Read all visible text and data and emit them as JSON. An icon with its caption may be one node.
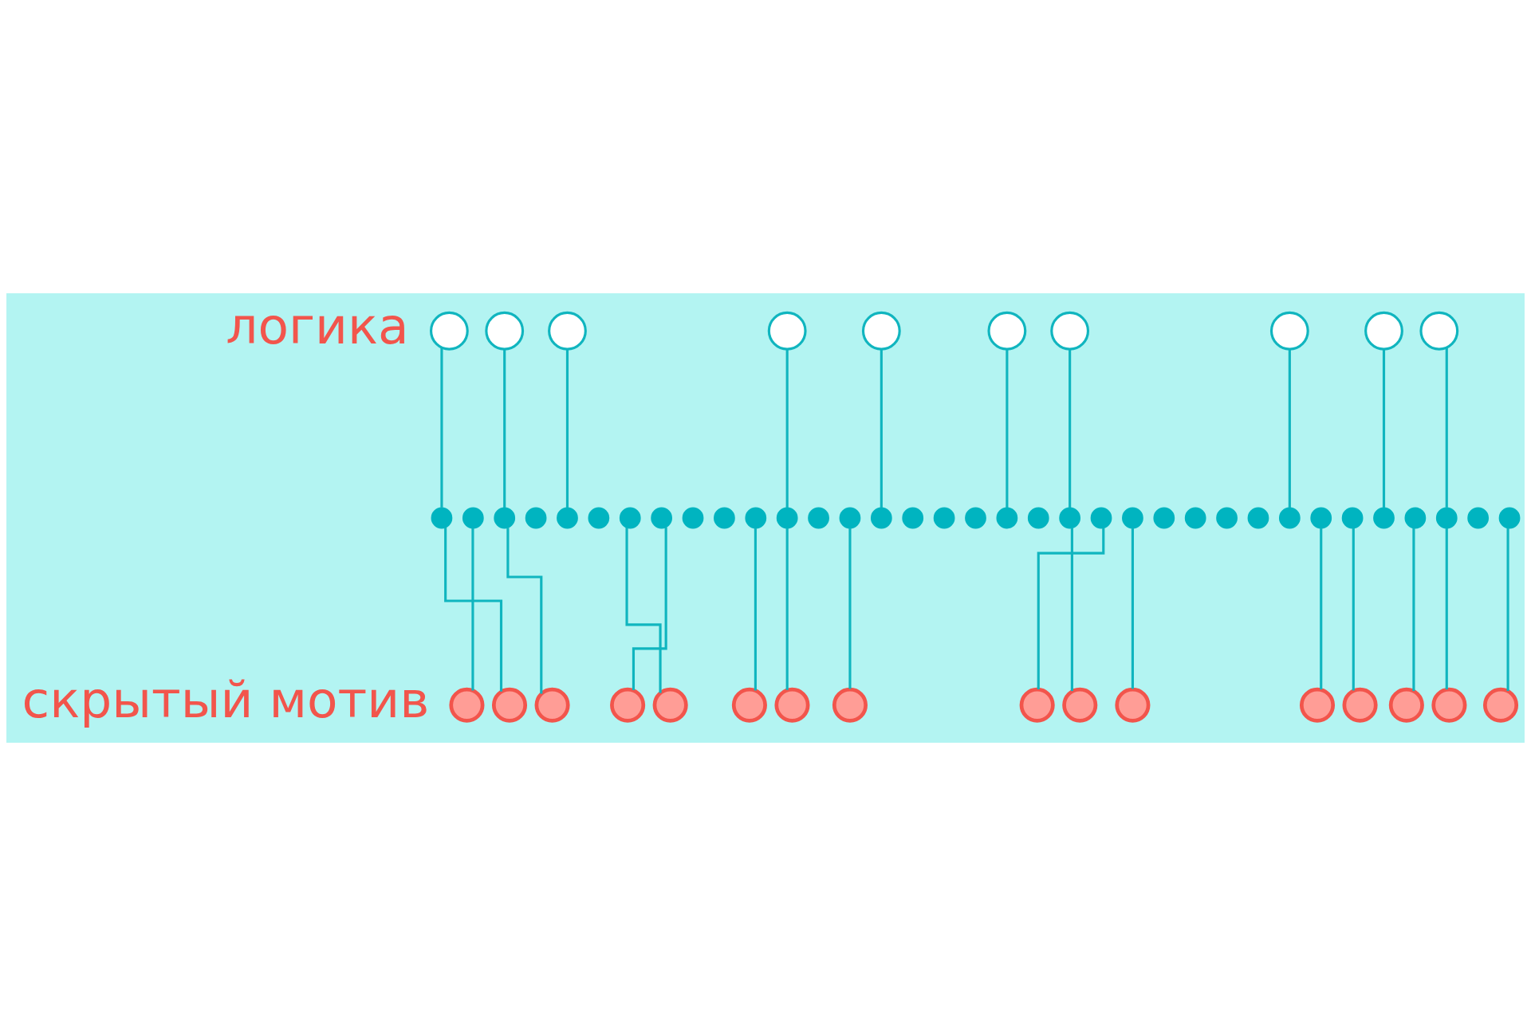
{
  "diagram": {
    "nodes": [
      {
        "text": [],
        "shape": "circle"
      },
      {
        "text": [],
        "shape": "circle"
      },
      {
        "text": [],
        "shape": "circle"
      },
      {
        "text": [],
        "shape": "circle"
      },
      {
        "text": [],
        "shape": "circle"
      },
      {
        "text": [],
        "shape": "circle"
      },
      {
        "text": [],
        "shape": "circle"
      },
      {
        "text": [],
        "shape": "circle"
      },
      {
        "text": [],
        "shape": "circle"
      },
      {
        "text": [],
        "shape": "circle"
      },
      {
        "text": [],
        "shape": "circle"
      },
      {
        "text": [],
        "shape": "circle"
      },
      {
        "text": [],
        "shape": "circle"
      },
      {
        "text": [],
        "shape": "circle"
      },
      {
        "text": [],
        "shape": "circle"
      },
      {
        "text": [],
        "shape": "circle"
      },
      {
        "text": [],
        "shape": "circle"
      },
      {
        "text": [],
        "shape": "circle"
      },
      {
        "text": [],
        "shape": "circle"
      },
      {
        "text": [],
        "shape": "circle"
      },
      {
        "text": [],
        "shape": "circle"
      },
      {
        "text": [],
        "shape": "circle"
      },
      {
        "text": [],
        "shape": "circle"
      },
      {
        "text": [],
        "shape": "circle"
      },
      {
        "text": [],
        "shape": "circle"
      },
      {
        "text": [],
        "shape": "circle"
      },
      {
        "text": [],
        "shape": "circle"
      },
      {
        "text": [],
        "shape": "circle"
      },
      {
        "text": [],
        "shape": "circle"
      },
      {
        "text": [],
        "shape": "circle"
      },
      {
        "text": [],
        "shape": "circle"
      },
      {
        "text": [],
        "shape": "circle"
      },
      {
        "text": [],
        "shape": "circle"
      },
      {
        "text": [],
        "shape": "circle"
      },
      {
        "text": [],
        "shape": "circle"
      },
      {
        "text": [],
        "shape": "circle"
      },
      {
        "text": [],
        "shape": "circle"
      },
      {
        "text": [],
        "shape": "circle"
      },
      {
        "text": [],
        "shape": "circle"
      },
      {
        "text": [],
        "shape": "circle"
      },
      {
        "text": [],
        "shape": "circle"
      },
      {
        "text": [],
        "shape": "circle"
      },
      {
        "text": [],
        "shape": "circle"
      },
      {
        "text": [],
        "shape": "circle"
      },
      {
        "text": [],
        "shape": "circle"
      },
      {
        "text": [],
        "shape": "circle"
      },
      {
        "text": [],
        "shape": "circle"
      },
      {
        "text": [],
        "shape": "circle"
      },
      {
        "text": [],
        "shape": "circle"
      },
      {
        "text": [],
        "shape": "circle"
      },
      {
        "text": [],
        "shape": "circle"
      },
      {
        "text": [],
        "shape": "circle"
      },
      {
        "text": [],
        "shape": "circle"
      },
      {
        "text": [],
        "shape": "circle"
      },
      {
        "text": [],
        "shape": "circle"
      },
      {
        "text": [],
        "shape": "circle"
      },
      {
        "text": [],
        "shape": "circle"
      },
      {
        "text": [],
        "shape": "circle"
      },
      {
        "text": [],
        "shape": "circle"
      },
      {
        "text": [],
        "shape": "circle"
      },
      {
        "text": [],
        "shape": "circle"
      }
    ],
    "edges": [
      {
        "from": 0,
        "to": 10,
        "arrow": "none"
      },
      {
        "from": 1,
        "to": 12,
        "arrow": "none"
      },
      {
        "from": 2,
        "to": 14,
        "arrow": "none"
      },
      {
        "from": 3,
        "to": 21,
        "arrow": "none"
      },
      {
        "from": 4,
        "to": 24,
        "arrow": "none"
      },
      {
        "from": 5,
        "to": 28,
        "arrow": "none"
      },
      {
        "from": 6,
        "to": 30,
        "arrow": "none"
      },
      {
        "from": 7,
        "to": 37,
        "arrow": "none"
      },
      {
        "from": 8,
        "to": 40,
        "arrow": "none"
      },
      {
        "from": 9,
        "to": 42,
        "arrow": "none"
      },
      {
        "from": 11,
        "to": 45,
        "arrow": "none"
      },
      {
        "from": 10,
        "to": 46,
        "arrow": "none"
      },
      {
        "from": 12,
        "to": 47,
        "arrow": "none"
      },
      {
        "from": 17,
        "to": 48,
        "arrow": "none"
      },
      {
        "from": 16,
        "to": 49,
        "arrow": "none"
      },
      {
        "from": 20,
        "to": 50,
        "arrow": "none"
      },
      {
        "from": 21,
        "to": 51,
        "arrow": "none"
      },
      {
        "from": 23,
        "to": 52,
        "arrow": "none"
      },
      {
        "from": 31,
        "to": 53,
        "arrow": "none"
      },
      {
        "from": 30,
        "to": 54,
        "arrow": "none"
      },
      {
        "from": 32,
        "to": 55,
        "arrow": "none"
      },
      {
        "from": 38,
        "to": 56,
        "arrow": "none"
      },
      {
        "from": 39,
        "to": 57,
        "arrow": "none"
      },
      {
        "from": 41,
        "to": 58,
        "arrow": "none"
      },
      {
        "from": 42,
        "to": 59,
        "arrow": "none"
      },
      {
        "from": 44,
        "to": 60,
        "arrow": "none"
      }
    ],
    "labels": [
      "логика",
      "скрытый мотив"
    ]
  }
}
